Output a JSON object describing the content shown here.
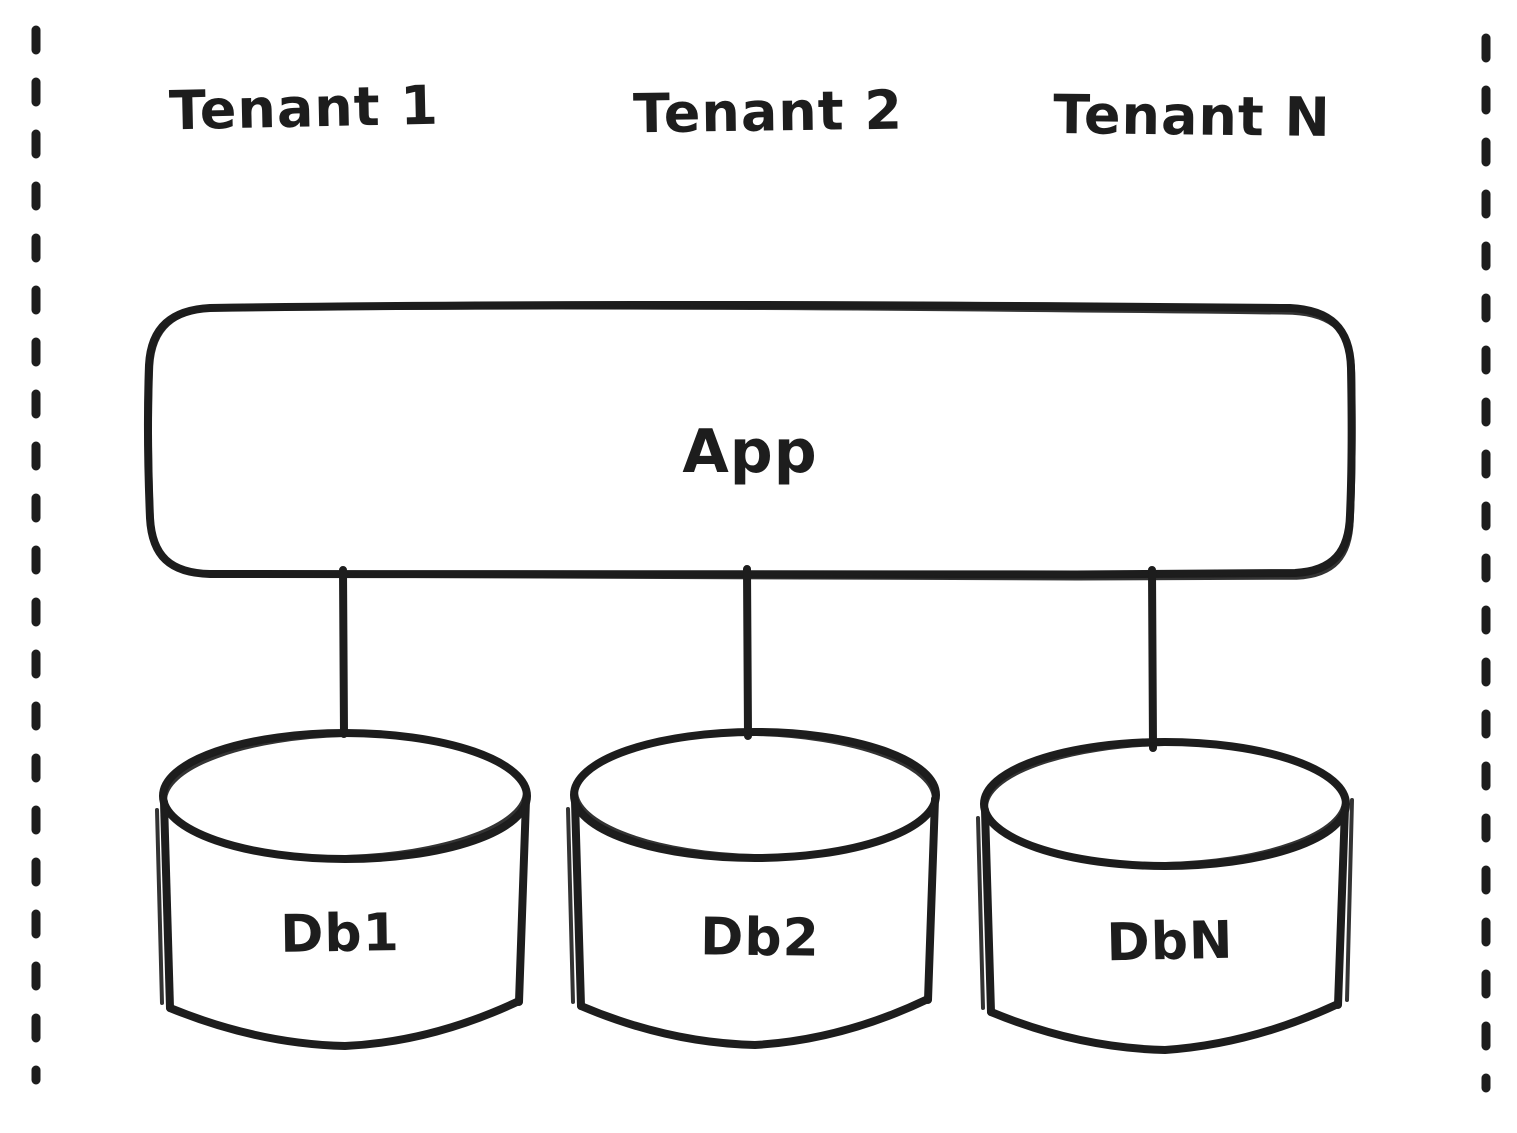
{
  "diagram": {
    "title_implied": "Multi-tenant app with database per tenant",
    "tenants": [
      {
        "label": "Tenant 1"
      },
      {
        "label": "Tenant 2"
      },
      {
        "label": "Tenant N"
      }
    ],
    "app": {
      "label": "App"
    },
    "databases": [
      {
        "label": "Db1"
      },
      {
        "label": "Db2"
      },
      {
        "label": "DbN"
      }
    ],
    "connections": [
      {
        "from": "App",
        "to": "Db1"
      },
      {
        "from": "App",
        "to": "Db2"
      },
      {
        "from": "App",
        "to": "DbN"
      }
    ],
    "icons": {
      "database": "cylinder-shape",
      "boundary": "vertical-dashed-line"
    },
    "colors": {
      "stroke": "#1d1d1d",
      "background": "#ffffff"
    },
    "style": "hand-drawn-sketch"
  }
}
